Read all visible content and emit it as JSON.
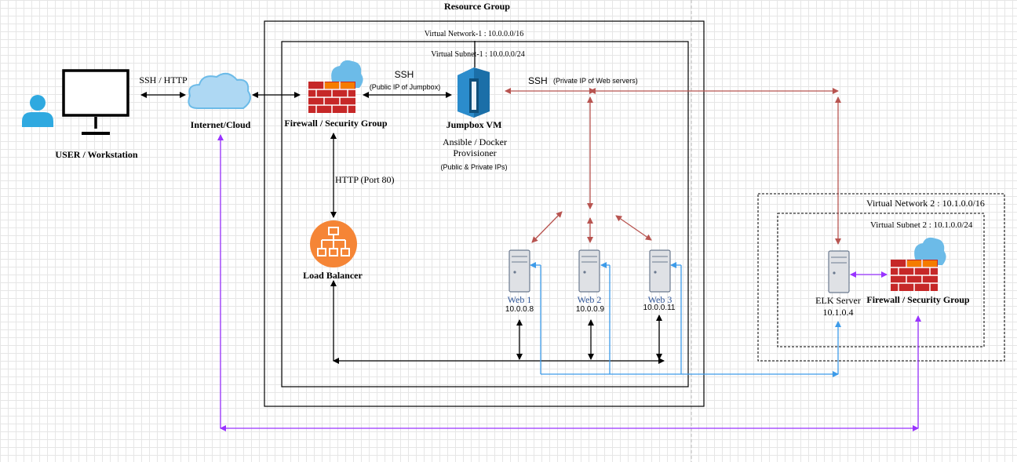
{
  "labels": {
    "resource_group": "Resource Group",
    "vnet1": "Virtual Network-1 : 10.0.0.0/16",
    "subnet1": "Virtual Subnet-1 : 10.0.0.0/24",
    "user": "USER / Workstation",
    "ssh_http": "SSH / HTTP",
    "internet": "Internet/Cloud",
    "firewall1": "Firewall / Security Group",
    "ssh": "SSH",
    "public_ip_jumpbox": "(Public IP of Jumpbox)",
    "ssh_private": "SSH",
    "private_ip_web": "(Private IP of Web servers)",
    "jumpbox": "Jumpbox VM",
    "ansible_line1": "Ansible / Docker",
    "ansible_line2": "Provisioner",
    "public_private_ips": "(Public & Private IPs)",
    "http_port": "HTTP (Port 80)",
    "load_balancer": "Load Balancer",
    "web1_name": "Web 1",
    "web1_ip": "10.0.0.8",
    "web2_name": "Web 2",
    "web2_ip": "10.0.0.9",
    "web3_name": "Web 3",
    "web3_ip": "10.0.0.11",
    "vnet2": "Virtual Network 2 : 10.1.0.0/16",
    "subnet2": "Virtual Subnet 2 : 10.1.0.0/24",
    "elk_name": "ELK Server",
    "elk_ip": "10.1.0.4",
    "firewall2": "Firewall / Security Group"
  },
  "colors": {
    "black_link": "#000000",
    "red_link": "#b85450",
    "blue_link": "#3d9be9",
    "purple_link": "#9933ff",
    "cloud": "#6cbbe8",
    "firewall_red": "#c62828",
    "firewall_orange": "#f57c00",
    "load_balancer": "#f58536",
    "user_icon": "#2fa9e0",
    "server_gray": "#dfe1e5",
    "jumpbox_blue": "#1b6fa8"
  }
}
